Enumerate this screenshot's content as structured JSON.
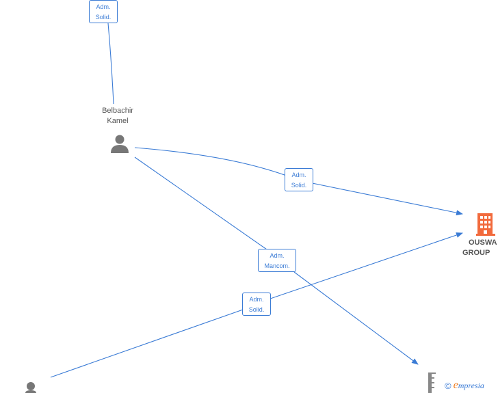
{
  "persons": [
    {
      "id": "belbachir",
      "name_line1": "Belbachir",
      "name_line2": "Kamel"
    },
    {
      "id": "unnamed-person",
      "name_line1": "",
      "name_line2": ""
    }
  ],
  "companies": [
    {
      "id": "ouswa",
      "name_line1": "OUSWA",
      "name_line2": "GROUP",
      "color": "#f26a3c"
    },
    {
      "id": "second",
      "name_line1": "",
      "name_line2": "",
      "color": "#888888"
    }
  ],
  "edges": [
    {
      "id": "edge-top",
      "label_line1": "Adm.",
      "label_line2": "Solid."
    },
    {
      "id": "edge-belbachir-ouswa",
      "label_line1": "Adm.",
      "label_line2": "Solid."
    },
    {
      "id": "edge-belbachir-second",
      "label_line1": "Adm.",
      "label_line2": "Mancom."
    },
    {
      "id": "edge-person-ouswa",
      "label_line1": "Adm.",
      "label_line2": "Solid."
    }
  ],
  "colors": {
    "edge": "#3a7bd5",
    "person_icon": "#777777",
    "company_icon": "#f26a3c"
  },
  "watermark": {
    "symbol": "©",
    "brand_first": "e",
    "brand_rest": "mpresia"
  }
}
